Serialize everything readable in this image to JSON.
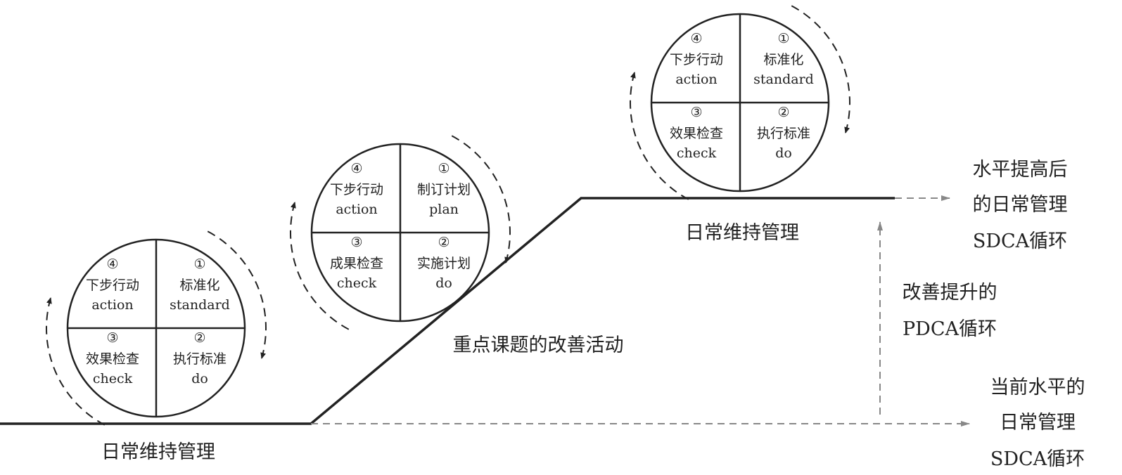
{
  "cycles": [
    {
      "name": "sdca-cycle-low",
      "quadrants": [
        {
          "num": "④",
          "cn": "下步行动",
          "en": "action"
        },
        {
          "num": "①",
          "cn": "标准化",
          "en": "standard"
        },
        {
          "num": "③",
          "cn": "效果检查",
          "en": "check"
        },
        {
          "num": "②",
          "cn": "执行标准",
          "en": "do"
        }
      ]
    },
    {
      "name": "pdca-cycle",
      "quadrants": [
        {
          "num": "④",
          "cn": "下步行动",
          "en": "action"
        },
        {
          "num": "①",
          "cn": "制订计划",
          "en": "plan"
        },
        {
          "num": "③",
          "cn": "成果检查",
          "en": "check"
        },
        {
          "num": "②",
          "cn": "实施计划",
          "en": "do"
        }
      ]
    },
    {
      "name": "sdca-cycle-high",
      "quadrants": [
        {
          "num": "④",
          "cn": "下步行动",
          "en": "action"
        },
        {
          "num": "①",
          "cn": "标准化",
          "en": "standard"
        },
        {
          "num": "③",
          "cn": "效果检查",
          "en": "check"
        },
        {
          "num": "②",
          "cn": "执行标准",
          "en": "do"
        }
      ]
    }
  ],
  "labels": {
    "daily_low": "日常维持管理",
    "improvement": "重点课题的改善活动",
    "daily_high": "日常维持管理",
    "after_line1": "水平提高后",
    "after_line2": "的日常管理",
    "after_line3": "SDCA循环",
    "pdca_line1": "改善提升的",
    "pdca_line2": "PDCA循环",
    "current_line1": "当前水平的",
    "current_line2": "日常管理",
    "current_line3": "SDCA循环"
  }
}
